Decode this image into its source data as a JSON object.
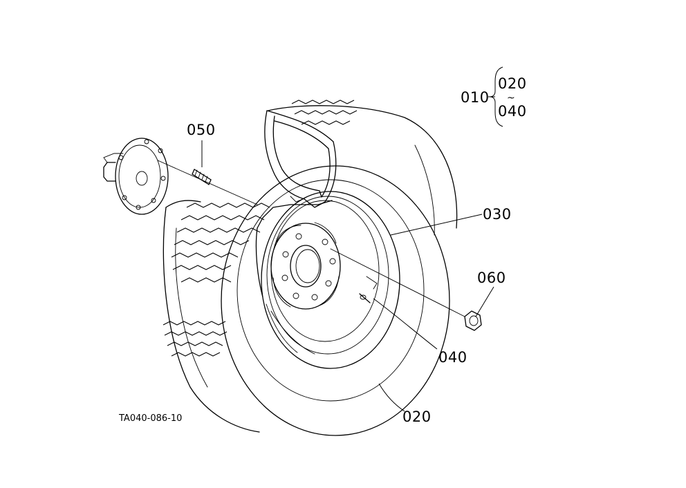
{
  "figure_code": "TA040-086-10",
  "assembly": {
    "code": "010",
    "range_start": "020",
    "range_separator": "~",
    "range_end": "040"
  },
  "callouts": {
    "tire": "020",
    "rim": "030",
    "valve": "040",
    "stud_bolt": "050",
    "nut": "060"
  },
  "colors": {
    "line": "#000000",
    "background": "#ffffff"
  }
}
